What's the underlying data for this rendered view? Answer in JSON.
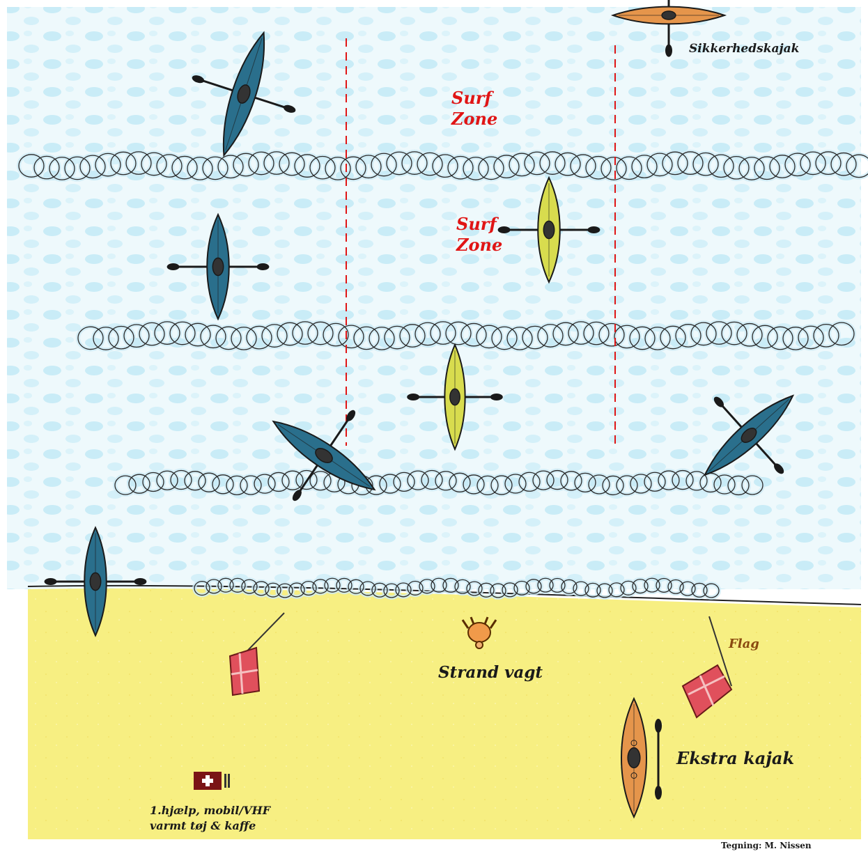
{
  "labels": {
    "safety_kayak": "Sikkerhedskajak",
    "surf_zone_top": [
      "Surf",
      "Zone"
    ],
    "surf_zone_mid": [
      "Surf",
      "Zone"
    ],
    "flag": "Flag",
    "beach_guard": "Strand vagt",
    "extra_kayak": "Ekstra kajak",
    "first_aid": [
      "1.hjælp, mobil/VHF",
      "varmt tøj & kaffe"
    ],
    "credit": "Tegning: M. Nissen"
  },
  "colors": {
    "water": "#c9ecf7",
    "sand": "#f7ef82",
    "kayak_blue": "#2a6f8c",
    "kayak_yellow": "#d8dc4e",
    "kayak_orange": "#e5954b",
    "flag_red": "#e0505c",
    "zone_line": "#e01515",
    "first_aid_box": "#7a1416"
  }
}
